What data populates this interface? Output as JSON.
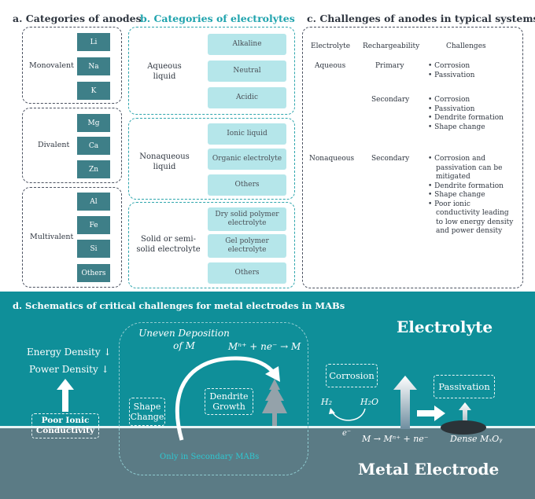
{
  "section_a": {
    "title": "a. Categories of anodes",
    "groups": [
      {
        "label": "Monovalent",
        "items": [
          "Li",
          "Na",
          "K"
        ]
      },
      {
        "label": "Divalent",
        "items": [
          "Mg",
          "Ca",
          "Zn"
        ]
      },
      {
        "label": "Multivalent",
        "items": [
          "Al",
          "Fe",
          "Si",
          "Others"
        ]
      }
    ]
  },
  "section_b": {
    "title": "b. Categories of electrolytes",
    "groups": [
      {
        "label": "Aqueous liquid",
        "items": [
          "Alkaline",
          "Neutral",
          "Acidic"
        ]
      },
      {
        "label": "Nonaqueous liquid",
        "items": [
          "Ionic liquid",
          "Organic electrolyte",
          "Others"
        ]
      },
      {
        "label": "Solid or semi-solid electrolyte",
        "items": [
          "Dry solid polymer electrolyte",
          "Gel polymer electrolyte",
          "Others"
        ]
      }
    ]
  },
  "section_c": {
    "title": "c. Challenges of anodes in typical systems",
    "headers": [
      "Electrolyte",
      "Rechargeability",
      "Challenges"
    ],
    "rows": [
      {
        "electrolyte": "Aqueous",
        "rechargeability": "Primary",
        "challenges": [
          "Corrosion",
          "Passivation"
        ]
      },
      {
        "electrolyte": "",
        "rechargeability": "Secondary",
        "challenges": [
          "Corrosion",
          "Passivation",
          "Dendrite formation",
          "Shape change"
        ]
      },
      {
        "electrolyte": "Nonaqueous",
        "rechargeability": "Secondary",
        "challenges": [
          "Corrosion and passivation can be mitigated",
          "Dendrite formation",
          "Shape change",
          "Poor ionic conductivity leading to low energy density and power density"
        ]
      }
    ]
  },
  "section_d": {
    "title": "d.   Schematics of critical challenges for metal electrodes in MABs",
    "electrolyte_label": "Electrolyte",
    "metal_label": "Metal Electrode",
    "energy_density": "Energy Density ↓",
    "power_density": "Power Density ↓",
    "poor_ionic": "Poor Ionic Conductivity",
    "uneven": "Uneven Deposition of M",
    "reaction1": "Mⁿ⁺ + ne⁻ → M",
    "shape_change": "Shape Change",
    "dendrite": "Dendrite Growth",
    "only_secondary": "Only in Secondary MABs",
    "corrosion": "Corrosion",
    "h2": "H₂",
    "h2o": "H₂O",
    "electron": "e⁻",
    "reaction2": "M → Mⁿ⁺ + ne⁻",
    "passivation": "Passivation",
    "dense": "Dense MₓOᵧ"
  },
  "colors": {
    "teal_panel": "#0f8f99",
    "metal": "#5b7b85",
    "anode_box": "#3e7f88",
    "electrolyte_box": "#b5e6ea",
    "accent_title": "#1fa3ad"
  }
}
